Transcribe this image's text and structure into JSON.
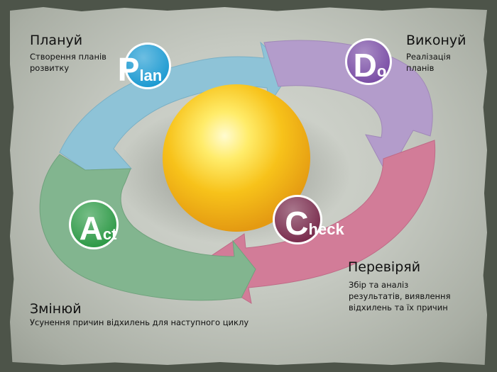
{
  "plan": {
    "title": "Планyй",
    "desc_line1": "Створення планів",
    "desc_line2": "розвитку",
    "badge_big": "P",
    "badge_small": "lan",
    "color": "#1e9bd2"
  },
  "do": {
    "title": "Виконуй",
    "desc_line1": "Реалізація",
    "desc_line2": "планів",
    "badge_big": "D",
    "badge_small": "o",
    "color": "#7b4fa6"
  },
  "check": {
    "title": "Перевіряй",
    "desc_line1": "Збір та аналіз",
    "desc_line2": "результатів, виявлення",
    "desc_line3": "відхилень та їх причин",
    "badge_big": "C",
    "badge_small": "heck",
    "color": "#7a2d4e"
  },
  "act": {
    "title": "Змінюй",
    "desc_line1": "Усунення причин відхилень для наступного циклу",
    "badge_big": "A",
    "badge_small": "ct",
    "color": "#2e9a47"
  },
  "arrow_colors": {
    "plan": "#8ec3d7",
    "do": "#b39ccb",
    "check": "#d27c98",
    "act": "#82b58f"
  },
  "sphere_color": "#f5c418"
}
